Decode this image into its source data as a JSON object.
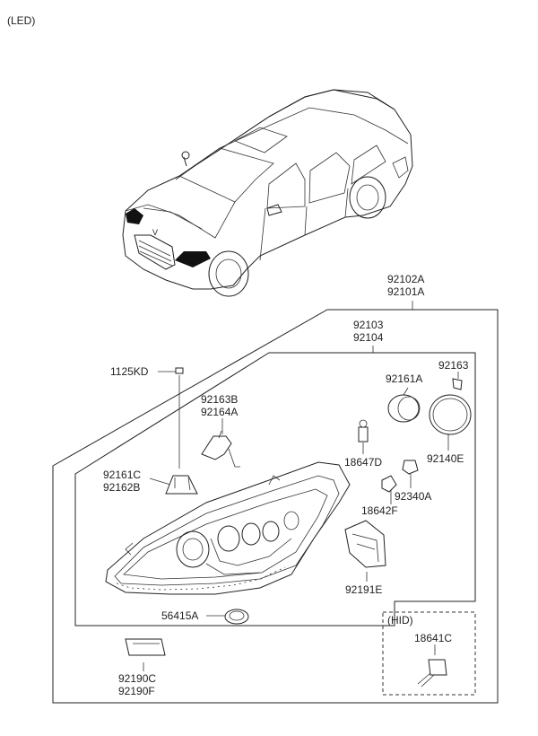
{
  "header": {
    "variant": "(LED)"
  },
  "assembly": {
    "code_a": "92102A",
    "code_b": "92101A"
  },
  "subassembly": {
    "code_a": "92103",
    "code_b": "92104"
  },
  "parts": {
    "p1125KD": "1125KD",
    "p92163B": "92163B",
    "p92164A": "92164A",
    "p92161C": "92161C",
    "p92162B": "92162B",
    "p92161A": "92161A",
    "p92163": "92163",
    "p18647D": "18647D",
    "p92140E": "92140E",
    "p92340A": "92340A",
    "p18642F": "18642F",
    "p92191E": "92191E",
    "p56415A": "56415A",
    "p92190C": "92190C",
    "p92190F": "92190F"
  },
  "hid": {
    "label": "(HID)",
    "part": "18641C"
  }
}
